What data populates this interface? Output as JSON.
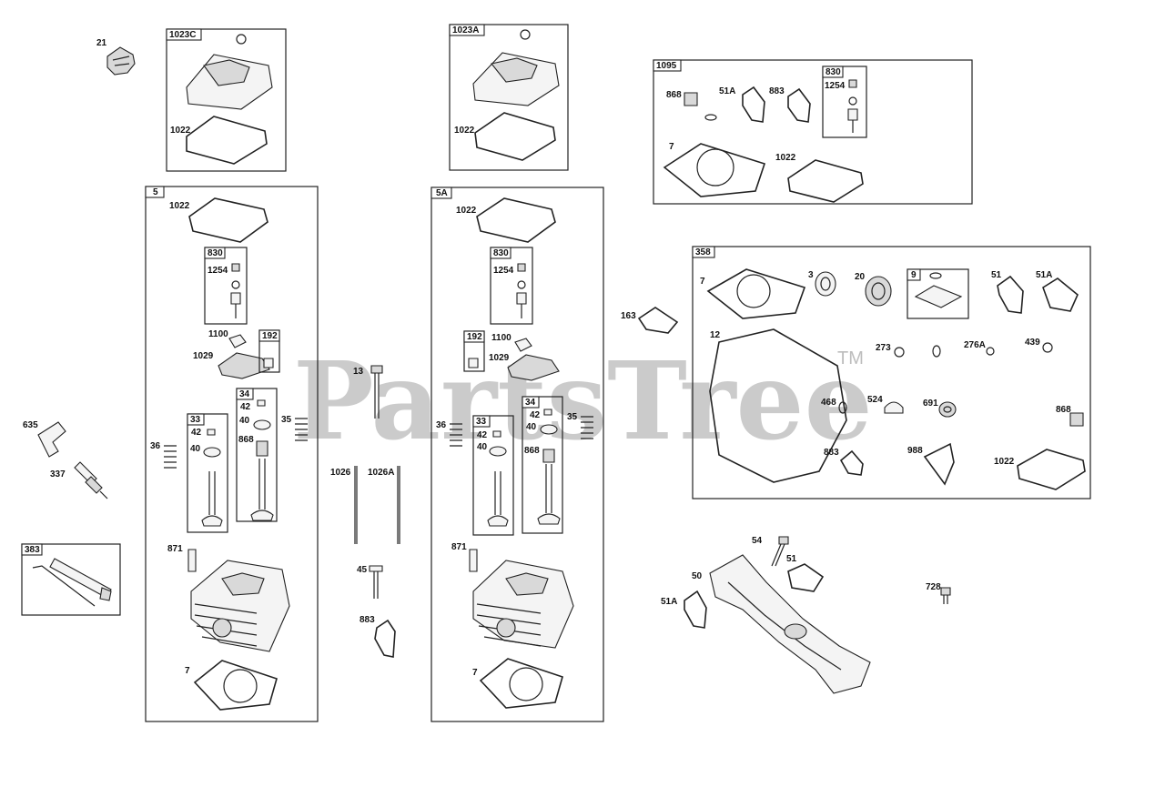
{
  "watermark": {
    "text": "PartsTree",
    "trademark": "TM"
  },
  "kit_labels": {
    "k1023C": "1023C",
    "k1023A": "1023A",
    "k1095": "1095",
    "k5": "5",
    "k5A": "5A",
    "k358": "358",
    "k830": "830",
    "k192": "192",
    "k34": "34",
    "k33": "33",
    "k9": "9",
    "k383": "383"
  },
  "part_labels": {
    "p21": "21",
    "p1022": "1022",
    "p1254": "1254",
    "p1100": "1100",
    "p1029": "1029",
    "p42": "42",
    "p40": "40",
    "p868": "868",
    "p35": "35",
    "p36": "36",
    "p871": "871",
    "p7": "7",
    "p13": "13",
    "p1026": "1026",
    "p1026A": "1026A",
    "p45": "45",
    "p883": "883",
    "p635": "635",
    "p337": "337",
    "p51A": "51A",
    "p51": "51",
    "p163": "163",
    "p3": "3",
    "p20": "20",
    "p12": "12",
    "p273": "273",
    "p276A": "276A",
    "p439": "439",
    "p524": "524",
    "p691": "691",
    "p988": "988",
    "p468": "468",
    "p54": "54",
    "p50": "50",
    "p728": "728"
  }
}
